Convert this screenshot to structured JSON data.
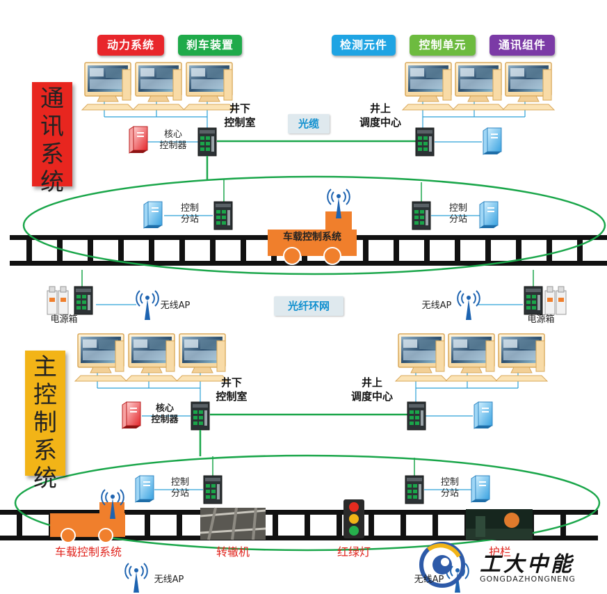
{
  "top": {
    "banner": "通讯系统",
    "tags": [
      {
        "label": "动力系统",
        "color": "#e8262b"
      },
      {
        "label": "刹车装置",
        "color": "#1faa4a"
      },
      {
        "label": "检测元件",
        "color": "#1fa4e3"
      },
      {
        "label": "控制单元",
        "color": "#6dbb3f"
      },
      {
        "label": "通讯组件",
        "color": "#7b3aa6"
      }
    ],
    "underground_room": "井下\n控制室",
    "surface_center": "井上\n调度中心",
    "fiber_cable": "光缆",
    "core_controller": "核心\n控制器",
    "sub_station": "控制\n分站",
    "vehicle": "车载控制系统",
    "power_box": "电源箱",
    "wireless_ap": "无线AP",
    "fiber_ring": "光纤环网"
  },
  "bottom": {
    "banner": "主控制系统",
    "underground_room": "井下\n控制室",
    "surface_center": "井上\n调度中心",
    "core_controller": "核心\n控制器",
    "sub_station": "控制\n分站",
    "vehicle": "车载控制系统",
    "switch": "转辙机",
    "traffic_light": "红绿灯",
    "barrier": "护栏",
    "wireless_ap": "无线AP"
  },
  "logo": {
    "name": "工大中能",
    "pinyin": "GONGDAZHONGNENG"
  },
  "colors": {
    "green_line": "#1aa64a",
    "track": "#111111",
    "orange": "#f07f2c",
    "red_text": "#e0221b",
    "banner_red": "#e8261f",
    "banner_yellow": "#f2b417"
  }
}
